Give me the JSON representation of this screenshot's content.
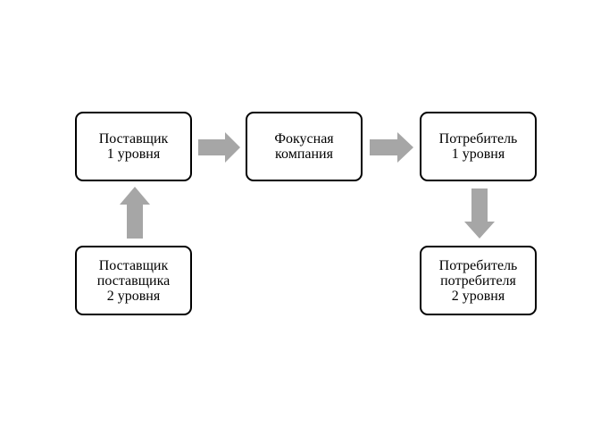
{
  "arrow_color": "#a6a6a6",
  "border_color": "#000000",
  "boxes": {
    "supplier_1": [
      "Поставщик",
      "1 уровня"
    ],
    "focal_company": [
      "Фокусная",
      "компания"
    ],
    "consumer_1": [
      "Потребитель",
      "1 уровня"
    ],
    "supplier_2": [
      "Поставщик",
      "поставщика",
      "2 уровня"
    ],
    "consumer_2": [
      "Потребитель",
      "потребителя",
      "2 уровня"
    ]
  }
}
